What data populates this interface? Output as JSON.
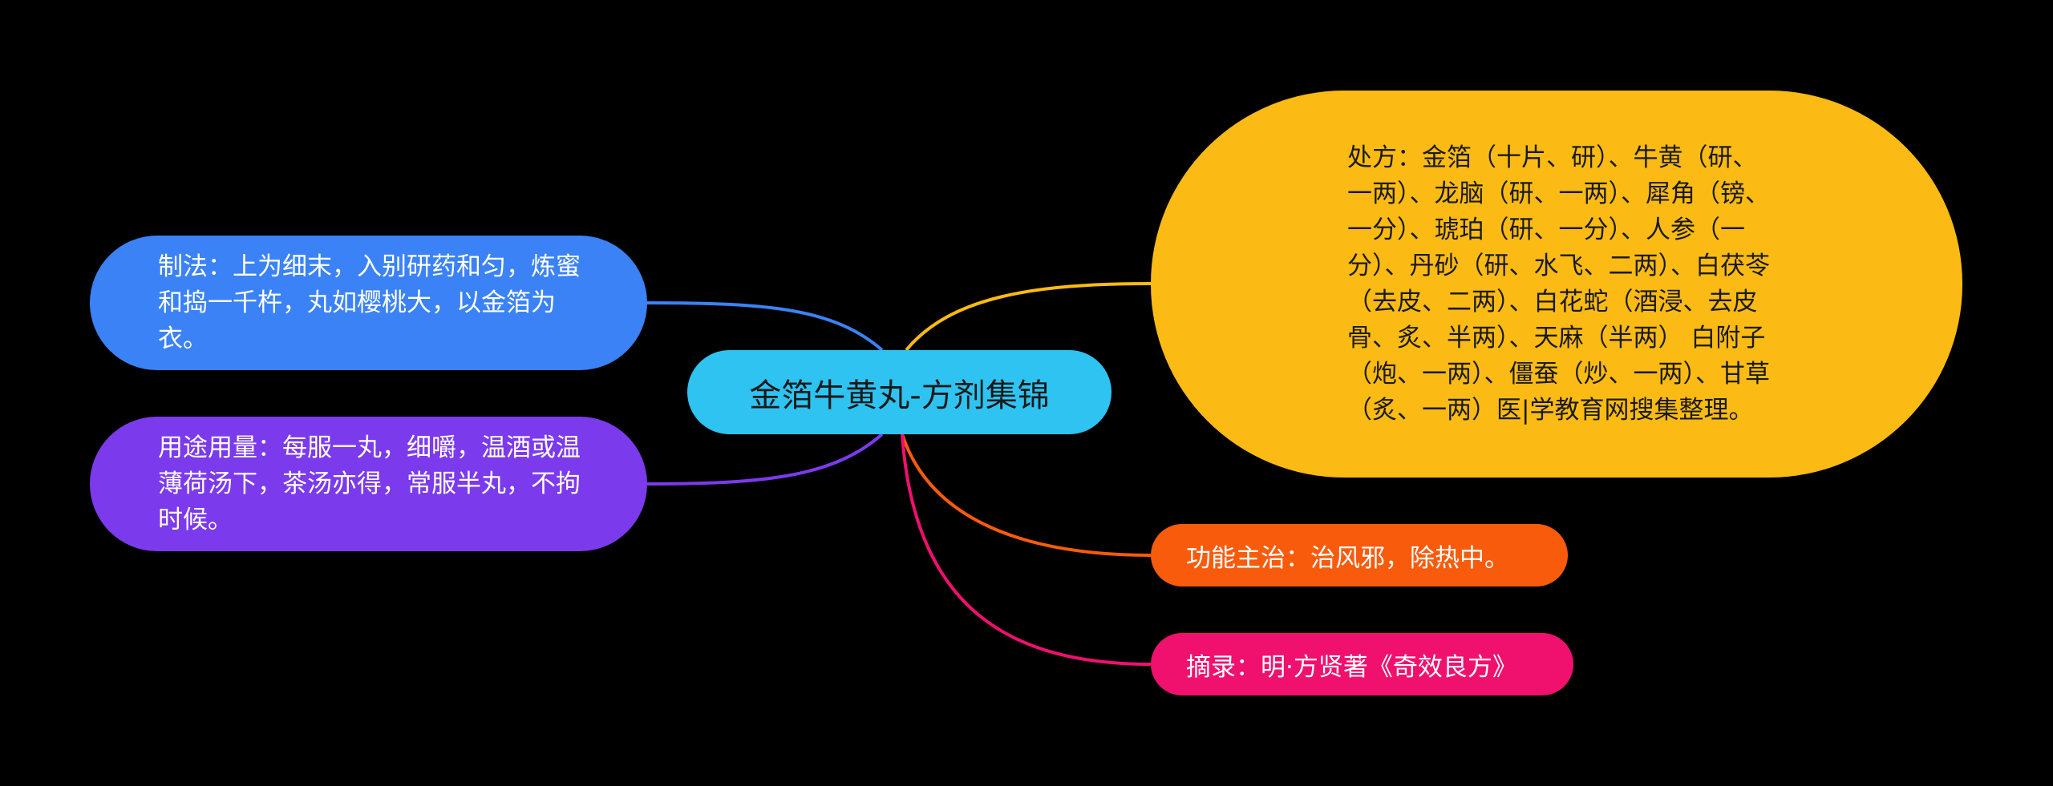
{
  "mindmap": {
    "center": {
      "label": "金箔牛黄丸-方剂集锦",
      "color": "#2ec3f1"
    },
    "branches": [
      {
        "id": "method",
        "side": "left",
        "label": "制法：上为细末，入别研药和匀，炼蜜和捣一千杵，丸如樱桃大，以金箔为衣。",
        "color": "#3b82f6"
      },
      {
        "id": "usage",
        "side": "left",
        "label": "用途用量：每服一丸，细嚼，温酒或温薄荷汤下，茶汤亦得，常服半丸，不拘时候。",
        "color": "#7c3aed"
      },
      {
        "id": "prescription",
        "side": "right",
        "label": "处方：金箔（十片、研）、牛黄（研、一两）、龙脑（研、一两）、犀角（镑、一分）、琥珀（研、一分）、人参（一分）、丹砂（研、水飞、二两）、白茯苓（去皮、二两）、白花蛇（酒浸、去皮骨、炙、半两）、天麻（半两） 白附子（炮、一两）、僵蚕（炒、一两）、甘草（炙、一两）医|学教育网搜集整理。",
        "color": "#fbbb14"
      },
      {
        "id": "function",
        "side": "right",
        "label": "功能主治：治风邪，除热中。",
        "color": "#f95b0c"
      },
      {
        "id": "excerpt",
        "side": "right",
        "label": "摘录：明·方贤著《奇效良方》",
        "color": "#f0106e"
      }
    ]
  }
}
